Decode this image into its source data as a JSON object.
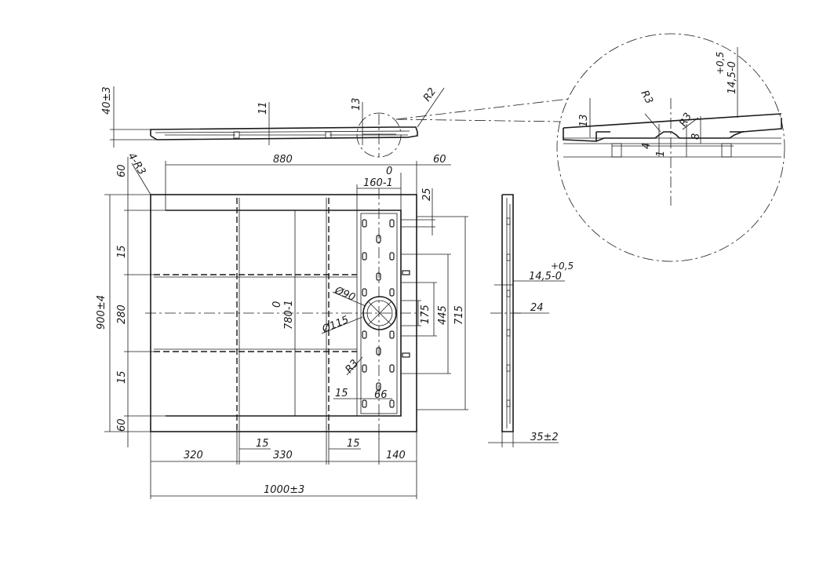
{
  "diagram": {
    "dimensions": {
      "thickness_total": "40±3",
      "rib_height": "11",
      "edge_height": "13",
      "radius_top": "R2",
      "inner_length": "880",
      "border_right": "60",
      "zero_top": "0",
      "channel_width": "160-1",
      "corner_radius": "4-R3",
      "border_left_top": "60",
      "offset_25": "25",
      "gap_15_upper": "15",
      "pitch_280": "280",
      "gap_15_lower": "15",
      "border_left_bottom": "60",
      "overall_height": "900±4",
      "zero_center": "0",
      "inner_height": "780-1",
      "drain_inner": "Ø90",
      "drain_outer": "Ø115",
      "radius_slot": "R3",
      "dim_175": "175",
      "dim_445": "445",
      "dim_715": "715",
      "slot_gap": "15",
      "slot_width": "66",
      "bottom_320": "320",
      "bottom_15a": "15",
      "bottom_330": "330",
      "bottom_15b": "15",
      "bottom_140": "140",
      "overall_width": "1000±3",
      "side_tol_upper": "+0,5",
      "side_value": "14,5-0",
      "side_24": "24",
      "side_total": "35±2",
      "detail_13": "13",
      "detail_r3_left": "R3",
      "detail_r3_right": "R3",
      "detail_8": "8",
      "detail_4": "4",
      "detail_1": "1",
      "detail_tol_upper": "+0,5",
      "detail_value": "14,5-0"
    }
  }
}
